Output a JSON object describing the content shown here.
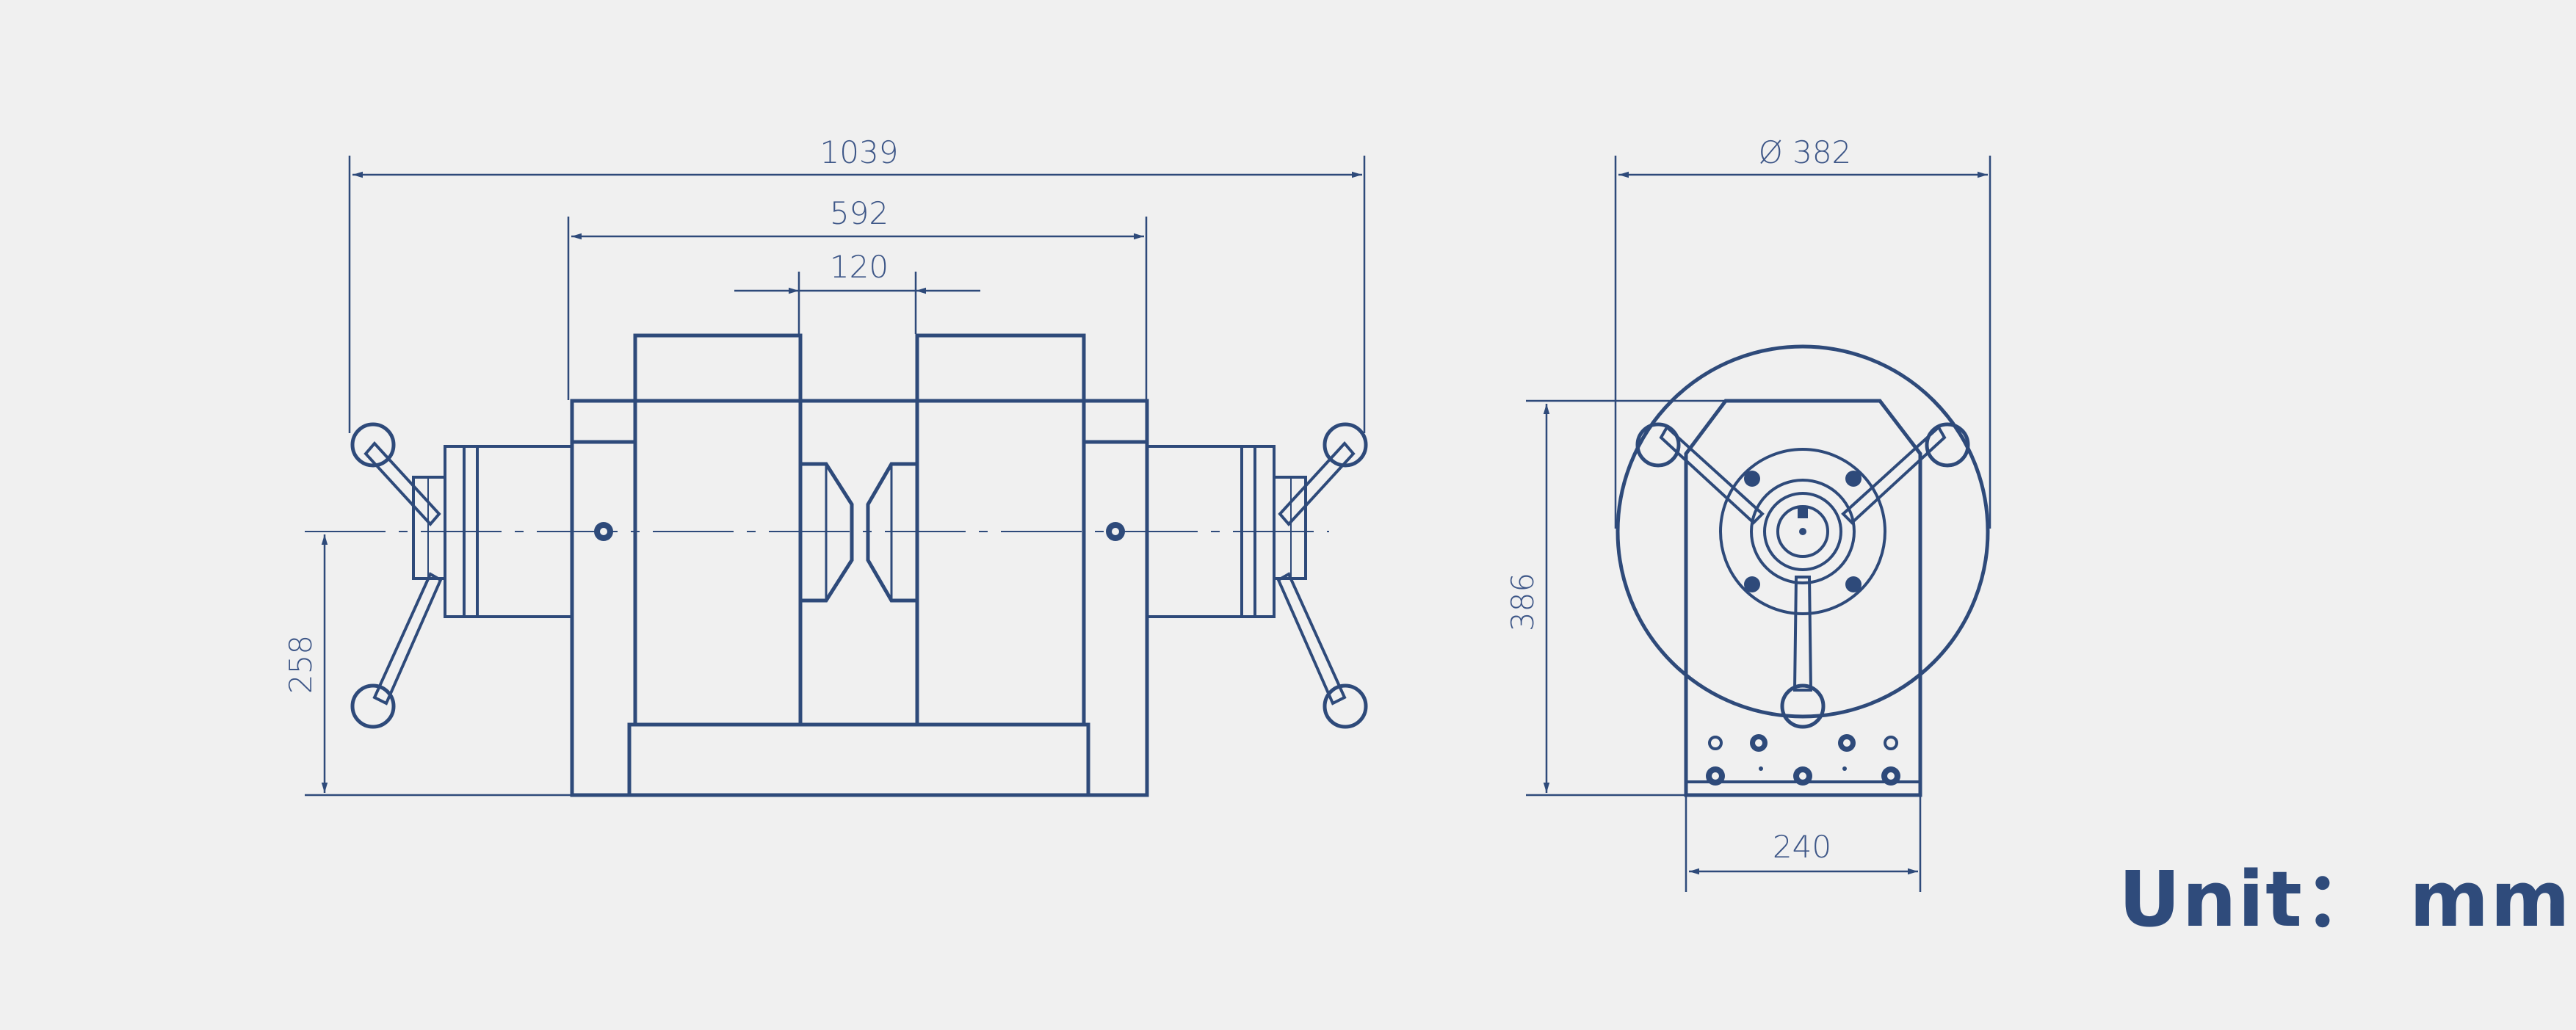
{
  "diagram": {
    "ink_color": "#2e4a7a",
    "background": "#f0f0f0",
    "front_view": {
      "dim_overall_length": "1039",
      "dim_body_length": "592",
      "dim_gap": "120",
      "dim_center_height": "258"
    },
    "side_view": {
      "dim_diameter": "Ø 382",
      "dim_height": "386",
      "dim_base_width": "240"
    },
    "unit_text": "Unit： mm"
  }
}
